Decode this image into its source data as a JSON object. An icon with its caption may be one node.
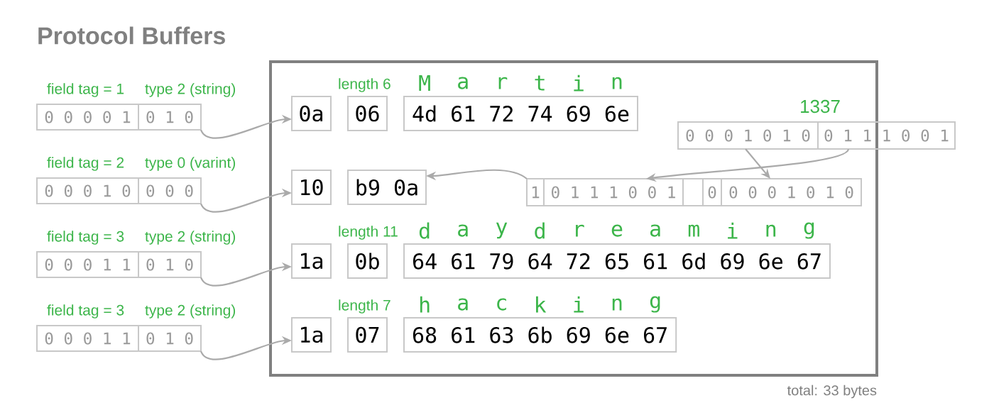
{
  "diagram": {
    "title": "Protocol Buffers",
    "nodes": [
      {
        "text": [],
        "shape": "box"
      },
      {
        "text": [
          "0 0 0 0 1",
          "0 1 0"
        ],
        "beside": [
          "field tag = 1",
          "type 2 (string)"
        ]
      },
      {
        "text": [
          "0a"
        ],
        "in": 0
      },
      {
        "text": [
          "06"
        ],
        "in": 0,
        "beside": [
          "length 6"
        ]
      },
      {
        "text": [
          "4d 61 72 74 69 6e"
        ],
        "in": 0,
        "beside": [
          "M",
          "a",
          "r",
          "t",
          "i",
          "n"
        ]
      },
      {
        "text": [
          "0 0 0 1 0 1 0",
          "0 1 1 1 0 0 1"
        ],
        "beside": [
          "1337"
        ]
      },
      {
        "text": [
          "0 0 0 1 0",
          "0 0 0"
        ],
        "beside": [
          "field tag = 2",
          "type 0 (varint)"
        ]
      },
      {
        "text": [
          "10"
        ],
        "in": 0
      },
      {
        "text": [
          "b9 0a"
        ],
        "in": 0
      },
      {
        "text": [
          "1",
          "0 1 1 1 0 0 1"
        ],
        "in": 0
      },
      {
        "text": [
          "0",
          "0 0 0 1 0 1 0"
        ],
        "in": 0
      },
      {
        "text": [
          "0 0 0 1 1",
          "0 1 0"
        ],
        "beside": [
          "field tag = 3",
          "type 2 (string)"
        ]
      },
      {
        "text": [
          "1a"
        ],
        "in": 0
      },
      {
        "text": [
          "0b"
        ],
        "in": 0,
        "beside": [
          "length 11"
        ]
      },
      {
        "text": [
          "64 61 79 64 72 65 61 6d 69 6e 67"
        ],
        "in": 0,
        "beside": [
          "d",
          "a",
          "y",
          "d",
          "r",
          "e",
          "a",
          "m",
          "i",
          "n",
          "g"
        ]
      },
      {
        "text": [
          "0 0 0 1 1",
          "0 1 0"
        ],
        "beside": [
          "field tag = 3",
          "type 2 (string)"
        ]
      },
      {
        "text": [
          "1a"
        ],
        "in": 0
      },
      {
        "text": [
          "07"
        ],
        "in": 0,
        "beside": [
          "length 7"
        ]
      },
      {
        "text": [
          "68 61 63 6b 69 6e 67"
        ],
        "in": 0,
        "beside": [
          "h",
          "a",
          "c",
          "k",
          "i",
          "n",
          "g"
        ]
      }
    ],
    "edges": [
      {
        "from": 1,
        "to": 2,
        "arrow": "to"
      },
      {
        "from": 6,
        "to": 7,
        "arrow": "to"
      },
      {
        "from": 11,
        "to": 12,
        "arrow": "to"
      },
      {
        "from": 15,
        "to": 16,
        "arrow": "to"
      },
      {
        "from": 5,
        "to": 9,
        "arrow": "to"
      },
      {
        "from": 5,
        "to": 10,
        "arrow": "to"
      },
      {
        "from": 9,
        "to": 8,
        "arrow": "to"
      }
    ],
    "labels": [
      "total: 33 bytes"
    ]
  }
}
